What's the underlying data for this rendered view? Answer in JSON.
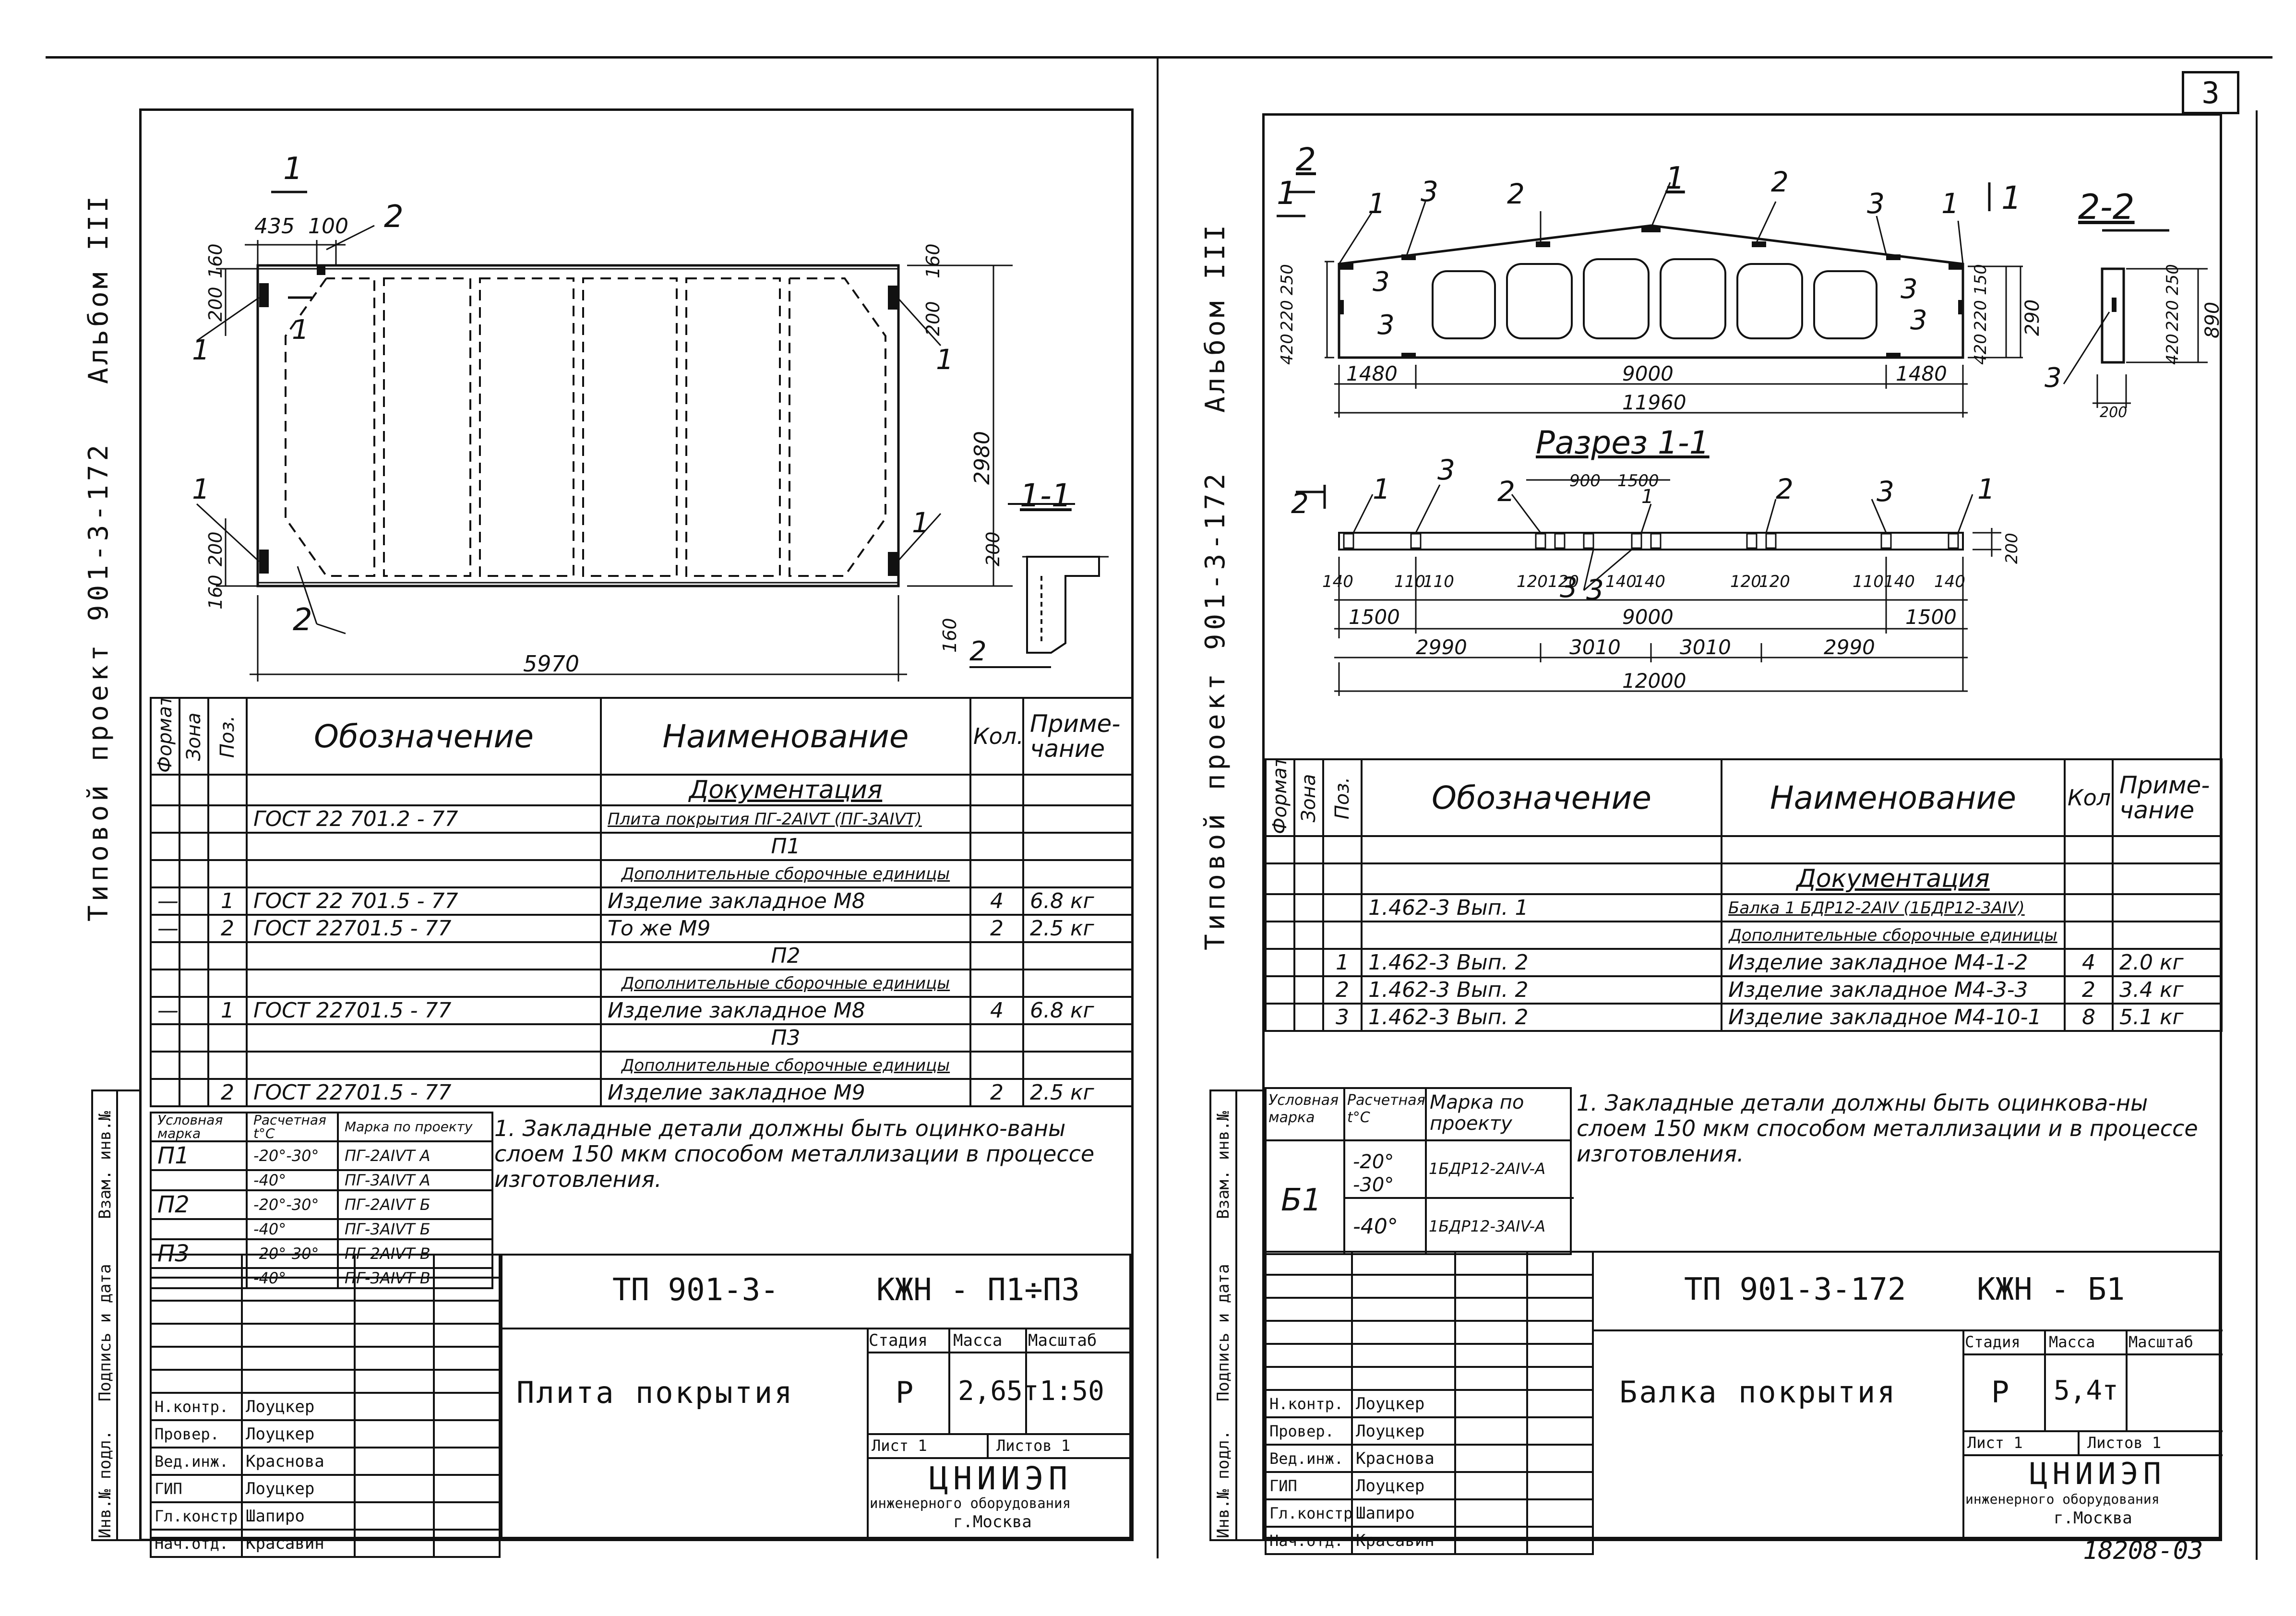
{
  "sheet_number": "3",
  "bottom_code": "18208-03",
  "left": {
    "spine_album": "Альбом III",
    "spine_project": "Типовой проект 901-3-172",
    "strip_labels": [
      "Инв.№ подл.",
      "Подпись и дата",
      "Взам. инв.№"
    ],
    "drawing": {
      "callouts": [
        "1",
        "1",
        "2",
        "1",
        "1",
        "1",
        "2",
        "2",
        "1"
      ],
      "dims": {
        "d435": "435",
        "d100": "100",
        "d200a": "200",
        "d160a": "160",
        "d200b": "200",
        "d160b": "160",
        "r160": "160",
        "r200": "200",
        "r2980": "2980",
        "r200b": "200",
        "r160b": "160",
        "d5970": "5970",
        "left_200": "200",
        "left_160": "160"
      },
      "section_label": "1-1"
    },
    "spec_header": {
      "format": "Формат",
      "zone": "Зона",
      "pos": "Поз.",
      "designation": "Обозначение",
      "name": "Наименование",
      "qty": "Кол.",
      "note": "Приме-чание"
    },
    "spec_rows": [
      {
        "f": "",
        "z": "",
        "p": "",
        "d": "",
        "n": "Документация",
        "q": "",
        "m": "",
        "kind": "section"
      },
      {
        "f": "",
        "z": "",
        "p": "",
        "d": "ГОСТ 22 701.2 - 77",
        "n": "Плита покрытия ПГ-2АIVТ (ПГ-3АIVТ)",
        "q": "",
        "m": "",
        "kind": "small"
      },
      {
        "f": "",
        "z": "",
        "p": "",
        "d": "",
        "n": "П1",
        "q": "",
        "m": "",
        "kind": "center"
      },
      {
        "f": "",
        "z": "",
        "p": "",
        "d": "",
        "n": "Дополнительные сборочные единицы",
        "q": "",
        "m": "",
        "kind": "sub"
      },
      {
        "f": "—",
        "z": "",
        "p": "1",
        "d": "ГОСТ 22 701.5 - 77",
        "n": "Изделие закладное     М8",
        "q": "4",
        "m": "6.8 кг",
        "kind": "row"
      },
      {
        "f": "—",
        "z": "",
        "p": "2",
        "d": "ГОСТ 22701.5 - 77",
        "n": "То же                        М9",
        "q": "2",
        "m": "2.5 кг",
        "kind": "row"
      },
      {
        "f": "",
        "z": "",
        "p": "",
        "d": "",
        "n": "П2",
        "q": "",
        "m": "",
        "kind": "center"
      },
      {
        "f": "",
        "z": "",
        "p": "",
        "d": "",
        "n": "Дополнительные сборочные единицы",
        "q": "",
        "m": "",
        "kind": "sub"
      },
      {
        "f": "—",
        "z": "",
        "p": "1",
        "d": "ГОСТ 22701.5 - 77",
        "n": "Изделие закладное     М8",
        "q": "4",
        "m": "6.8 кг",
        "kind": "row"
      },
      {
        "f": "",
        "z": "",
        "p": "",
        "d": "",
        "n": "П3",
        "q": "",
        "m": "",
        "kind": "center"
      },
      {
        "f": "",
        "z": "",
        "p": "",
        "d": "",
        "n": "Дополнительные сборочные единицы",
        "q": "",
        "m": "",
        "kind": "sub"
      },
      {
        "f": "",
        "z": "",
        "p": "2",
        "d": "ГОСТ 22701.5 - 77",
        "n": "Изделие закладное     М9",
        "q": "2",
        "m": "2.5 кг",
        "kind": "row"
      }
    ],
    "marks_header": {
      "cond": "Условная марка",
      "temp": "Расчетная t°C",
      "proj": "Марка по проекту"
    },
    "marks": [
      {
        "cond": "П1",
        "temp": "-20°-30°",
        "proj": "ПГ-2АIVТ А"
      },
      {
        "cond": "",
        "temp": "-40°",
        "proj": "ПГ-3АIVТ А"
      },
      {
        "cond": "П2",
        "temp": "-20°-30°",
        "proj": "ПГ-2АIVТ Б"
      },
      {
        "cond": "",
        "temp": "-40°",
        "proj": "ПГ-3АIVТ Б"
      },
      {
        "cond": "П3",
        "temp": "-20°-30°",
        "proj": "ПГ-2АIVТ В"
      },
      {
        "cond": "",
        "temp": "-40°",
        "proj": "ПГ-3АIVТ В"
      }
    ],
    "note": "1. Закладные детали должны быть оцинко-ваны слоем 150 мкм способом металлизации в процессе изготовления.",
    "title_block": {
      "code": "ТП 901-3-",
      "code2": "КЖН - П1÷П3",
      "title": "Плита покрытия",
      "stage_h": "Стадия",
      "mass_h": "Масса",
      "scale_h": "Масштаб",
      "stage": "Р",
      "mass": "2,65т",
      "scale": "1:50",
      "sheet": "Лист 1",
      "sheets": "Листов 1",
      "org": "ЦНИИЭП",
      "org2": "инженерного оборудования",
      "org3": "г.Москва",
      "people": [
        {
          "role": "Н.контр.",
          "name": "Лоуцкер"
        },
        {
          "role": "Провер.",
          "name": "Лоуцкер"
        },
        {
          "role": "Вед.инж.",
          "name": "Краснова"
        },
        {
          "role": "ГИП",
          "name": "Лоуцкер"
        },
        {
          "role": "Гл.констр.",
          "name": "Шапиро"
        },
        {
          "role": "Нач.отд.",
          "name": "Красавин"
        }
      ]
    }
  },
  "right": {
    "spine_album": "Альбом III",
    "spine_project": "Типовой проект 901-3-172",
    "strip_labels": [
      "Инв.№ подл.",
      "Подпись и дата",
      "Взам. инв.№"
    ],
    "drawing": {
      "top_callouts": [
        "2",
        "1",
        "1",
        "3",
        "2",
        "1",
        "2",
        "3",
        "1",
        "1"
      ],
      "side_callouts": [
        "3",
        "3",
        "3",
        "3"
      ],
      "dims_left": [
        "420",
        "220",
        "250"
      ],
      "dims_mid": [
        "420",
        "220",
        "150",
        "290"
      ],
      "dims_22": [
        "420",
        "220",
        "250",
        "890"
      ],
      "d200": "200",
      "bottom_dims": [
        "1480",
        "9000",
        "1480"
      ],
      "total": "11960",
      "section22": "2-2",
      "section11": "Разрез 1-1",
      "sec_callouts": [
        "2",
        "1",
        "3",
        "2",
        "1",
        "2",
        "3",
        "1"
      ],
      "sec_top_dims": [
        "900",
        "1500"
      ],
      "sec_small_dims": [
        "140",
        "110",
        "110",
        "120",
        "120",
        "140",
        "140",
        "120",
        "120",
        "110",
        "140",
        "140"
      ],
      "sec_3": [
        "3",
        "3"
      ],
      "sec_h": "200",
      "sec_row1": [
        "1500",
        "9000",
        "1500"
      ],
      "sec_row2": [
        "2990",
        "3010",
        "3010",
        "2990"
      ],
      "sec_total": "12000"
    },
    "spec_header": {
      "format": "Формат",
      "zone": "Зона",
      "pos": "Поз.",
      "designation": "Обозначение",
      "name": "Наименование",
      "qty": "Кол.",
      "note": "Приме-чание"
    },
    "spec_rows": [
      {
        "f": "",
        "z": "",
        "p": "",
        "d": "",
        "n": "",
        "q": "",
        "m": "",
        "kind": "empty"
      },
      {
        "f": "",
        "z": "",
        "p": "",
        "d": "",
        "n": "Документация",
        "q": "",
        "m": "",
        "kind": "section"
      },
      {
        "f": "",
        "z": "",
        "p": "",
        "d": "1.462-3      Вып. 1",
        "n": "Балка 1 БДР12-2АIV (1БДР12-3АIV)",
        "q": "",
        "m": "",
        "kind": "small"
      },
      {
        "f": "",
        "z": "",
        "p": "",
        "d": "",
        "n": "Дополнительные сборочные единицы",
        "q": "",
        "m": "",
        "kind": "sub"
      },
      {
        "f": "",
        "z": "",
        "p": "1",
        "d": "1.462-3      Вып. 2",
        "n": "Изделие закладное М4-1-2",
        "q": "4",
        "m": "2.0 кг",
        "kind": "row"
      },
      {
        "f": "",
        "z": "",
        "p": "2",
        "d": "1.462-3      Вып. 2",
        "n": "Изделие закладное М4-3-3",
        "q": "2",
        "m": "3.4 кг",
        "kind": "row"
      },
      {
        "f": "",
        "z": "",
        "p": "3",
        "d": "1.462-3      Вып. 2",
        "n": "Изделие закладное М4-10-1",
        "q": "8",
        "m": "5.1 кг",
        "kind": "row"
      }
    ],
    "marks_header": {
      "cond": "Условная марка",
      "temp": "Расчетная t°C",
      "proj": "Марка по проекту"
    },
    "mark_cond": "Б1",
    "marks": [
      {
        "temp": "-20° -30°",
        "proj": "1БДР12-2АIV-А"
      },
      {
        "temp": "-40°",
        "proj": "1БДР12-3АIV-А"
      }
    ],
    "note": "1. Закладные детали должны быть оцинкова-ны слоем 150 мкм способом металлизации и в процессе изготовления.",
    "title_block": {
      "code": "ТП 901-3-172",
      "code2": "КЖН - Б1",
      "title": "Балка покрытия",
      "stage_h": "Стадия",
      "mass_h": "Масса",
      "scale_h": "Масштаб",
      "stage": "Р",
      "mass": "5,4т",
      "scale": "",
      "sheet": "Лист 1",
      "sheets": "Листов 1",
      "org": "ЦНИИЭП",
      "org2": "инженерного оборудования",
      "org3": "г.Москва",
      "people": [
        {
          "role": "Н.контр.",
          "name": "Лоуцкер"
        },
        {
          "role": "Провер.",
          "name": "Лоуцкер"
        },
        {
          "role": "Вед.инж.",
          "name": "Краснова"
        },
        {
          "role": "ГИП",
          "name": "Лоуцкер"
        },
        {
          "role": "Гл.констр.",
          "name": "Шапиро"
        },
        {
          "role": "Нач.отд.",
          "name": "Красавин"
        }
      ]
    }
  }
}
